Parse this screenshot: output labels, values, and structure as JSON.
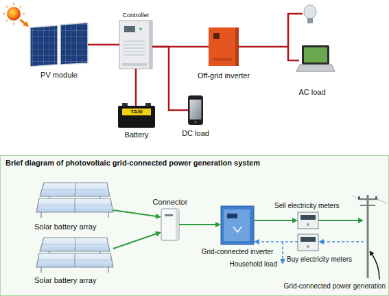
{
  "diagram": {
    "title": "Brief diagram of photovoltaic grid-connected power generation system",
    "nodes": [
      {
        "text": [
          "PV module"
        ]
      },
      {
        "text": [
          "Controller"
        ]
      },
      {
        "text": [
          "Battery"
        ]
      },
      {
        "text": [
          "Off-grid inverter"
        ]
      },
      {
        "text": [
          "DC load"
        ]
      },
      {
        "text": [
          "AC load"
        ]
      },
      {
        "text": [
          "Solar battery array"
        ]
      },
      {
        "text": [
          "Solar battery array"
        ]
      },
      {
        "text": [
          "Connector"
        ]
      },
      {
        "text": [
          "Grid-connected inverter"
        ]
      },
      {
        "text": [
          "Sell electricity meters"
        ]
      },
      {
        "text": [
          "Buy electricity meters"
        ]
      },
      {
        "text": [
          "Grid-connected power generation"
        ]
      }
    ],
    "edges": [
      {
        "from": 0,
        "to": 1,
        "arrow": "none"
      },
      {
        "from": 1,
        "to": 2,
        "arrow": "none"
      },
      {
        "from": 1,
        "to": 3,
        "arrow": "none"
      },
      {
        "from": 1,
        "to": 4,
        "arrow": "none"
      },
      {
        "from": 3,
        "to": 5,
        "arrow": "none"
      },
      {
        "from": 6,
        "to": 8,
        "arrow": "to"
      },
      {
        "from": 7,
        "to": 8,
        "arrow": "to"
      },
      {
        "from": 8,
        "to": 9,
        "arrow": "to"
      },
      {
        "from": 9,
        "to": 10,
        "arrow": "to"
      },
      {
        "from": 10,
        "to": 12,
        "arrow": "to"
      },
      {
        "from": 12,
        "to": 11,
        "arrow": "to"
      },
      {
        "from": 11,
        "to": 9,
        "arrow": "to"
      }
    ],
    "labels": [
      "TAXI",
      "Household load"
    ]
  }
}
